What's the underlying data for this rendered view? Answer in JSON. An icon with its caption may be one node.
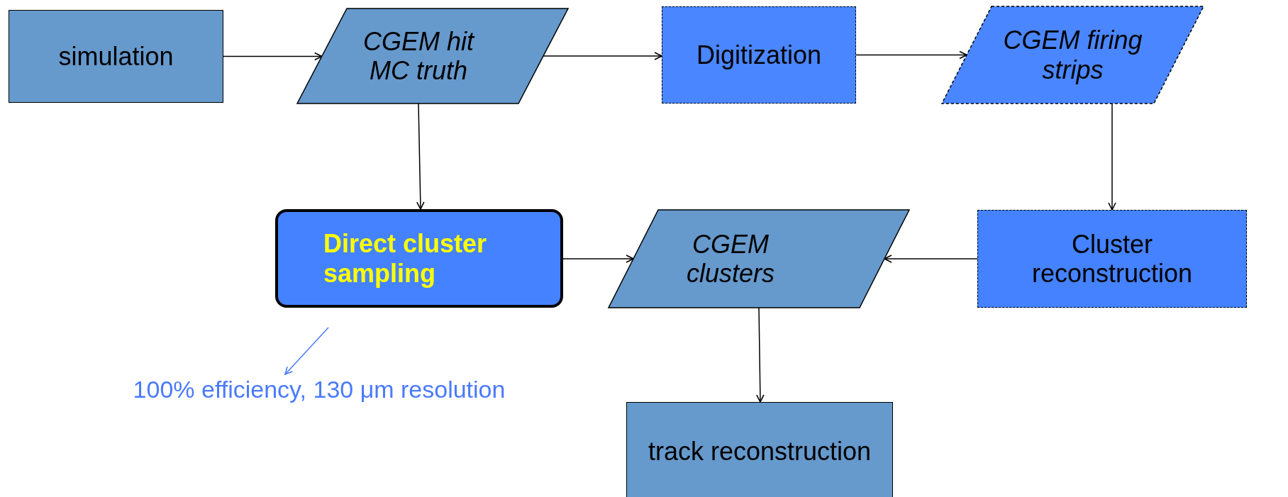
{
  "diagram": {
    "nodes": [
      {
        "text": [
          "simulation"
        ]
      },
      {
        "text": [
          "CGEM hit MC truth"
        ]
      },
      {
        "text": [
          "Digitization"
        ]
      },
      {
        "text": [
          "CGEM firing strips"
        ]
      },
      {
        "text": [
          "Direct cluster sampling"
        ]
      },
      {
        "text": [
          "CGEM clusters"
        ]
      },
      {
        "text": [
          "Cluster reconstruction"
        ]
      },
      {
        "text": [
          "track reconstruction"
        ]
      },
      {
        "text": [
          "100% efficiency, 130 μm resolution"
        ]
      }
    ],
    "edges": [
      {
        "from": 0,
        "to": 1,
        "arrow": "to"
      },
      {
        "from": 1,
        "to": 2,
        "arrow": "to"
      },
      {
        "from": 2,
        "to": 3,
        "arrow": "to"
      },
      {
        "from": 1,
        "to": 4,
        "arrow": "to"
      },
      {
        "from": 3,
        "to": 6,
        "arrow": "to"
      },
      {
        "from": 4,
        "to": 5,
        "arrow": "to"
      },
      {
        "from": 6,
        "to": 5,
        "arrow": "to"
      },
      {
        "from": 5,
        "to": 7,
        "arrow": "to"
      },
      {
        "from": 4,
        "to": 8,
        "arrow": "to",
        "color": "#4a7aff"
      }
    ]
  }
}
